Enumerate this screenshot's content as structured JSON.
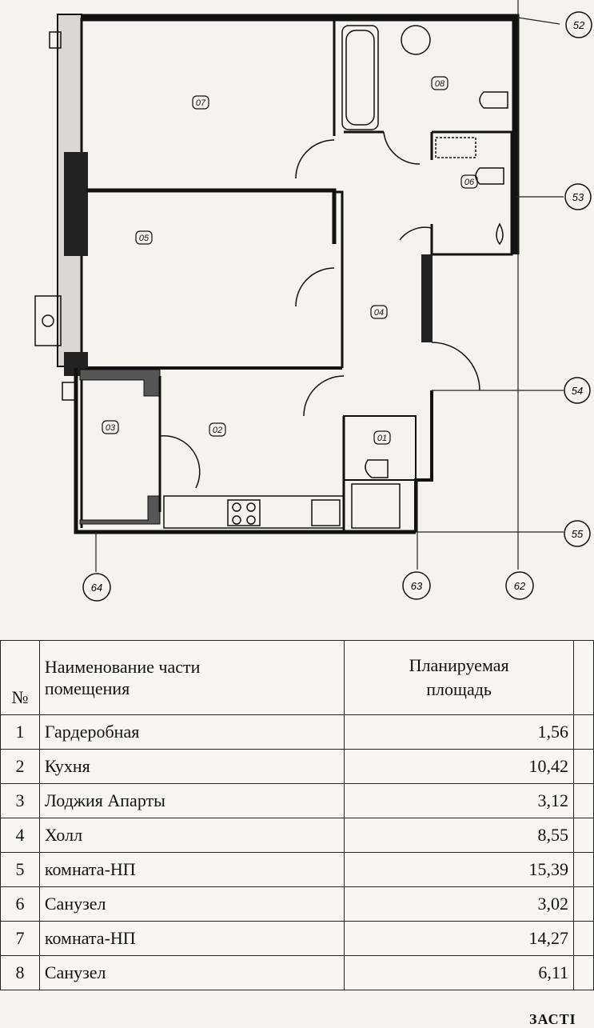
{
  "plan": {
    "axes": {
      "a52": "52",
      "a53": "53",
      "a54": "54",
      "a55": "55",
      "a62": "62",
      "a63": "63",
      "a64": "64"
    },
    "rooms": {
      "r01": "01",
      "r02": "02",
      "r03": "03",
      "r04": "04",
      "r05": "05",
      "r06": "06",
      "r07": "07",
      "r08": "08"
    }
  },
  "table": {
    "headers": {
      "num": "№",
      "name_line1": "Наименование части",
      "name_line2": "помещения",
      "area_line1": "Планируемая",
      "area_line2": "площадь"
    },
    "rows": [
      {
        "num": "1",
        "name": "Гардеробная",
        "area": "1,56"
      },
      {
        "num": "2",
        "name": "Кухня",
        "area": "10,42"
      },
      {
        "num": "3",
        "name": "Лоджия Апарты",
        "area": "3,12"
      },
      {
        "num": "4",
        "name": "Холл",
        "area": "8,55"
      },
      {
        "num": "5",
        "name": "комната-НП",
        "area": "15,39"
      },
      {
        "num": "6",
        "name": "Санузел",
        "area": "3,02"
      },
      {
        "num": "7",
        "name": "комната-НП",
        "area": "14,27"
      },
      {
        "num": "8",
        "name": "Санузел",
        "area": "6,11"
      }
    ]
  },
  "footer": {
    "partial_text": "ЗАСТІ"
  }
}
